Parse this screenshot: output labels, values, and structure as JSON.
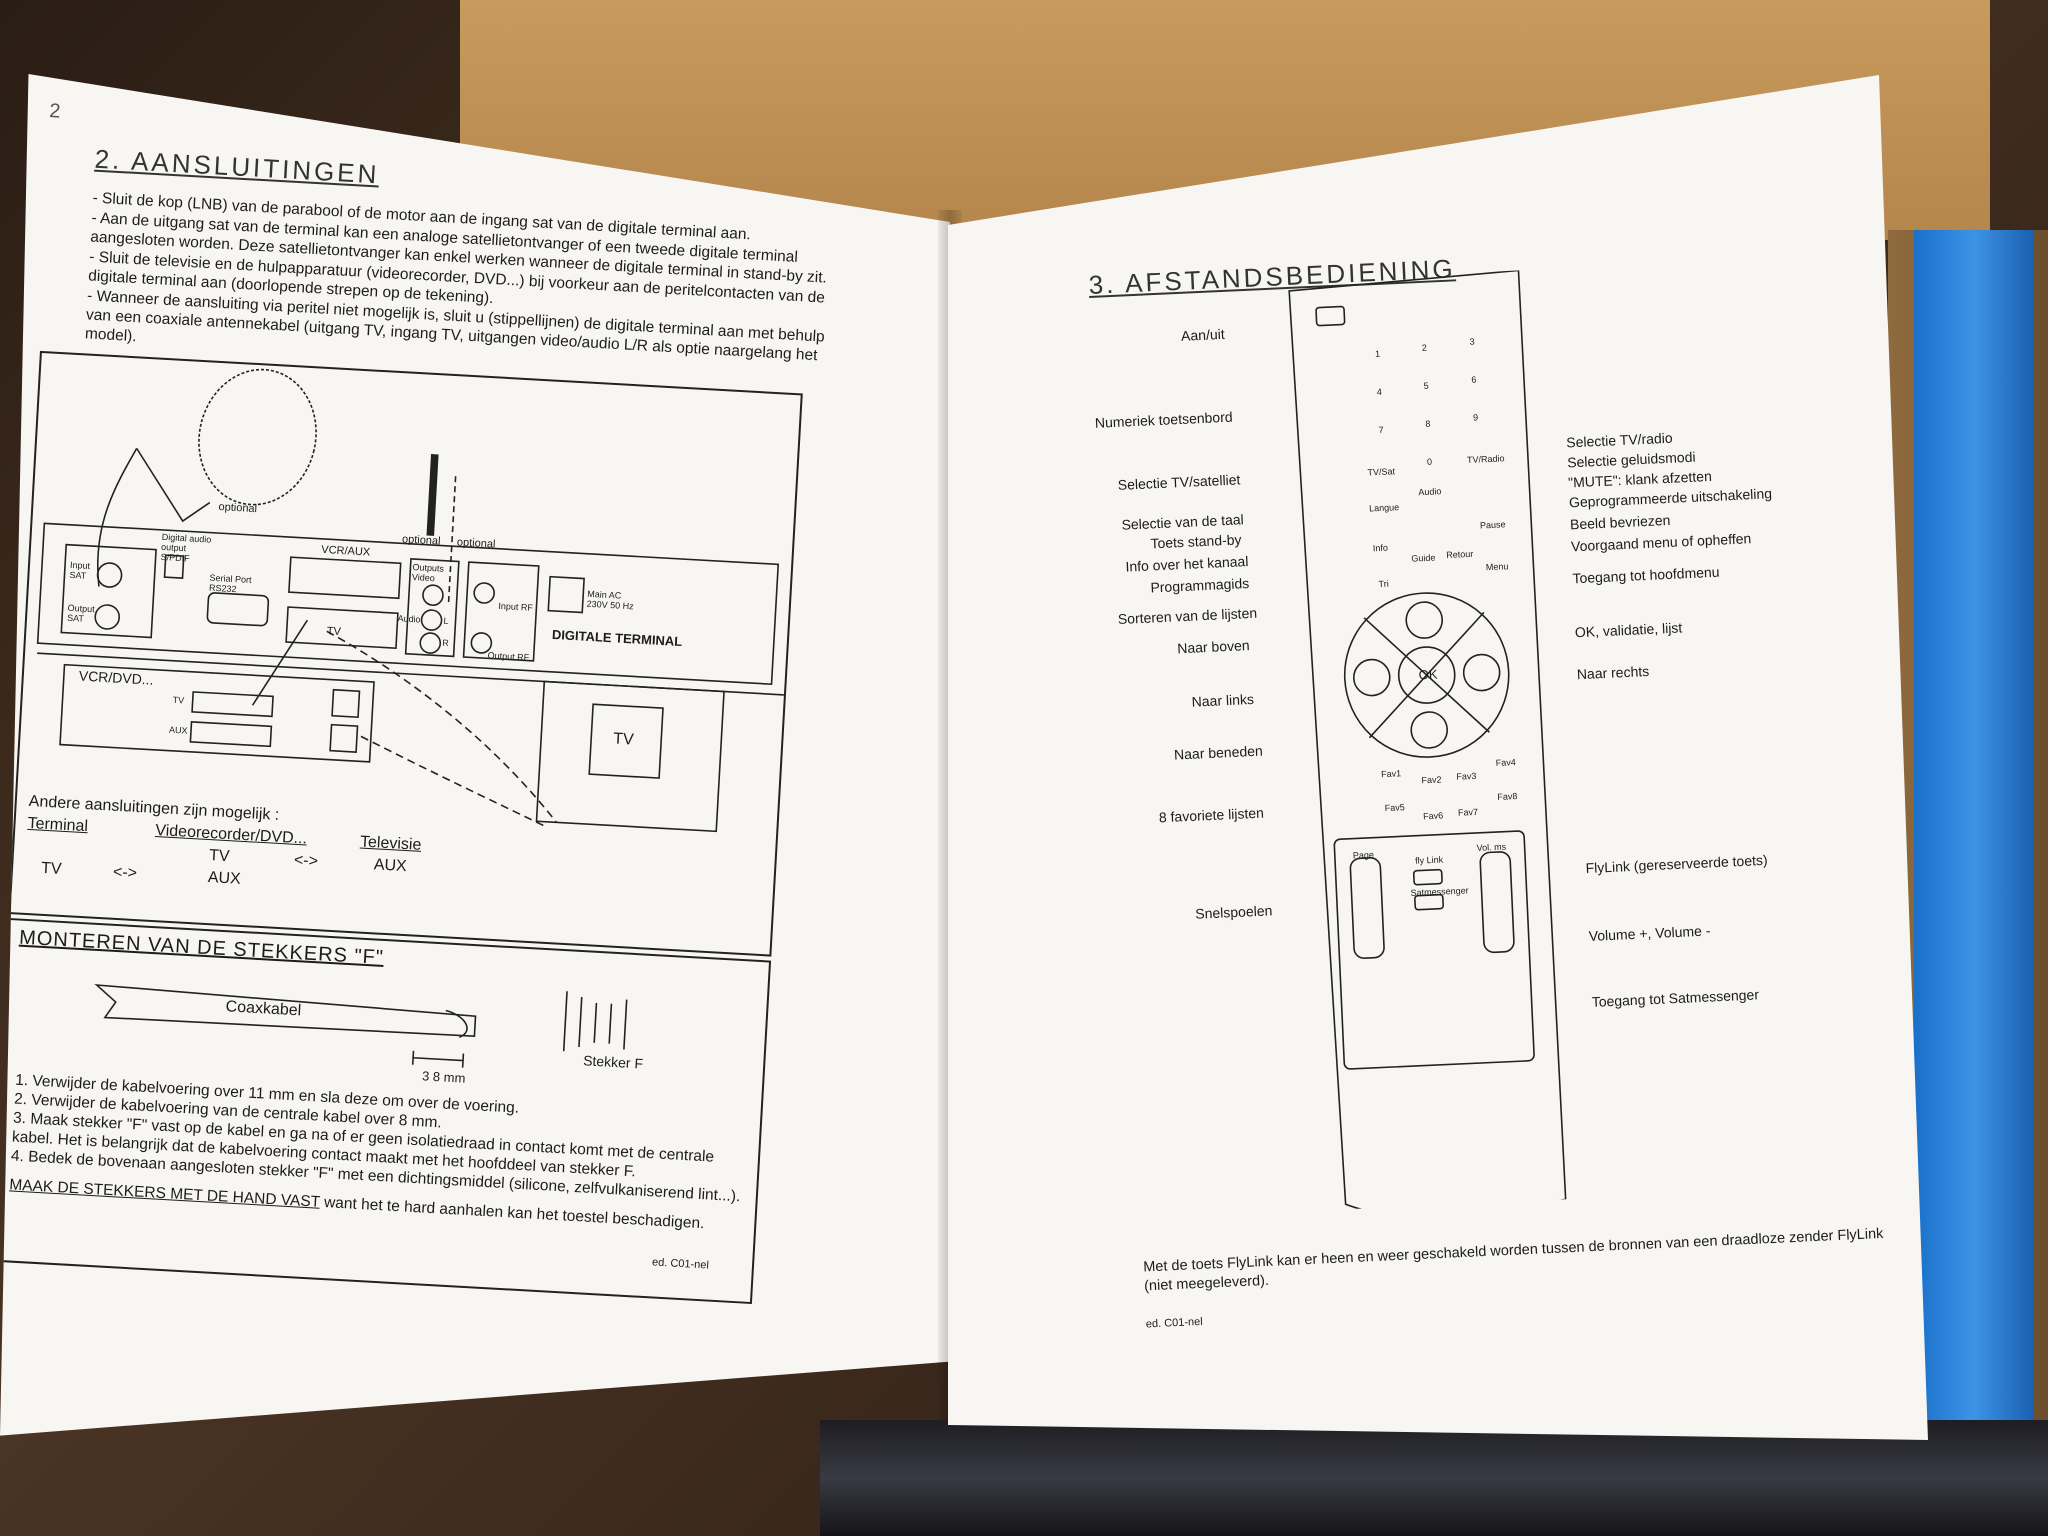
{
  "left_page": {
    "page_number": "2",
    "section_title": "2. AANSLUITINGEN",
    "bullets": [
      "- Sluit de kop (LNB) van de parabool of de motor aan de ingang sat van de digitale terminal aan.",
      "- Aan de uitgang sat van de terminal kan een analoge satellietontvanger of een tweede digitale terminal aangesloten worden. Deze satellietontvanger kan enkel werken wanneer de digitale terminal in stand-by zit.",
      "- Sluit de televisie en de hulpapparatuur (videorecorder, DVD...) bij voorkeur aan de peritelcontacten van de digitale terminal aan (doorlopende strepen op de tekening).",
      "- Wanneer de aansluiting via peritel niet mogelijk is, sluit u (stippellijnen) de digitale terminal aan met behulp van een coaxiale antennekabel (uitgang TV, ingang TV, uitgangen video/audio L/R als optie naargelang het model)."
    ],
    "diagram": {
      "optional_1": "optional",
      "optional_2": "optional",
      "optional_3": "optional",
      "digital_audio": "Digital audio output S/PDIF",
      "vcr_aux": "VCR/AUX",
      "tv_scart": "TV",
      "input_sat": "Input SAT",
      "output_sat": "Output SAT",
      "serial_port": "Serial Port RS232",
      "outputs_video": "Outputs Video",
      "audio": "Audio",
      "audio_l": "L",
      "audio_r": "R",
      "input_rf": "Input RF",
      "output_rf": "Output RF",
      "mains": "Main AC 230V 50 Hz",
      "terminal_label": "DIGITALE TERMINAL",
      "vcr_dvd": "VCR/DVD...",
      "vcr_tv": "TV",
      "vcr_aux_small": "AUX",
      "tv_box": "TV",
      "alt_intro": "Andere aansluitingen zijn mogelijk :",
      "alt_h1": "Terminal",
      "alt_h2": "Videorecorder/DVD...",
      "alt_h3": "Televisie",
      "alt_r1c2": "TV",
      "alt_r1arrow": "<->",
      "alt_r1c3": "AUX",
      "alt_r2c1": "TV",
      "alt_r2arrow": "<->",
      "alt_r2c2": "AUX"
    },
    "mount": {
      "title": "MONTEREN VAN DE STEKKERS \"F\"",
      "coax": "Coaxkabel",
      "measure": "3   8 mm",
      "plug": "Stekker F",
      "steps": [
        "1. Verwijder de kabelvoering over 11 mm en sla deze om over de voering.",
        "2. Verwijder de kabelvoering van de centrale kabel over 8 mm.",
        "3. Maak stekker \"F\" vast op de kabel en ga na of er geen isolatiedraad in contact komt met de centrale kabel. Het is belangrijk dat de kabelvoering contact maakt met het hoofddeel van stekker F.",
        "4. Bedek de bovenaan aangesloten stekker \"F\" met een dichtingsmiddel (silicone, zelfvulkaniserend lint...)."
      ],
      "warning_underlined": "MAAK DE STEKKERS MET DE HAND VAST",
      "warning_rest": " want het te hard aanhalen kan het toestel beschadigen.",
      "edition": "ed. C01-nel"
    }
  },
  "right_page": {
    "section_title": "3. AFSTANDSBEDIENING",
    "left_labels": [
      "Aan/uit",
      "Numeriek toetsenbord",
      "Selectie TV/satelliet",
      "Selectie van de taal",
      "Toets stand-by",
      "Info over het kanaal",
      "Programmagids",
      "Sorteren van de lijsten",
      "Naar boven",
      "Naar links",
      "Naar beneden",
      "8 favoriete lijsten",
      "Snelspoelen"
    ],
    "right_labels": [
      "Selectie TV/radio",
      "Selectie geluidsmodi",
      "\"MUTE\": klank afzetten",
      "Geprogrammeerde uitschakeling",
      "Beeld bevriezen",
      "Voorgaand menu of opheffen",
      "Toegang tot hoofdmenu",
      "OK, validatie, lijst",
      "Naar rechts",
      "FlyLink (gereserveerde toets)",
      "Volume +, Volume -",
      "Toegang tot Satmessenger"
    ],
    "remote": {
      "keys": [
        "1",
        "2",
        "3",
        "4",
        "5",
        "6",
        "7",
        "8",
        "9",
        "0"
      ],
      "tv_sat": "TV/Sat",
      "tv_radio": "TV/Radio",
      "audio": "Audio",
      "langue": "Langue",
      "pause": "Pause",
      "info": "Info",
      "guide": "Guide",
      "retour": "Retour",
      "menu": "Menu",
      "tri": "Tri",
      "ok": "OK",
      "fav": [
        "Fav1",
        "Fav2",
        "Fav3",
        "Fav4",
        "Fav5",
        "Fav6",
        "Fav7",
        "Fav8"
      ],
      "page": "Page",
      "vol": "Vol. ms",
      "flylink": "fly Link",
      "satmessenger": "Satmessenger"
    },
    "bottom_text": "Met de toets FlyLink kan er heen en weer geschakeld worden tussen de bronnen van een draadloze zender FlyLink (niet meegeleverd).",
    "edition": "ed. C01-nel"
  }
}
